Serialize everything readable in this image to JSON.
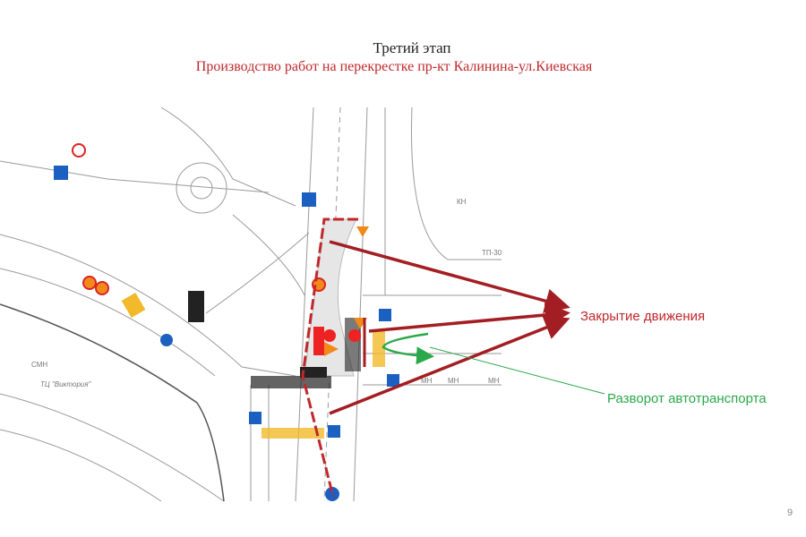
{
  "slide": {
    "title": "Третий этап",
    "subtitle": "Производство работ на перекрестке  пр-кт Калинина-ул.Киевская",
    "page_number": "9"
  },
  "map": {
    "labels": {
      "building": "СМН",
      "mall": "ТЦ \"Виктория\"",
      "substation": "ТП-30",
      "kn": "КН",
      "mn1": "МН",
      "mn2": "МН",
      "mn3": "МН"
    }
  },
  "annotations": {
    "closure": "Закрытие движения",
    "uturn": "Разворот автотранспорта"
  },
  "colors": {
    "closure": "#c0282c",
    "arrow": "#a31e22",
    "uturn": "#2aa84a"
  }
}
